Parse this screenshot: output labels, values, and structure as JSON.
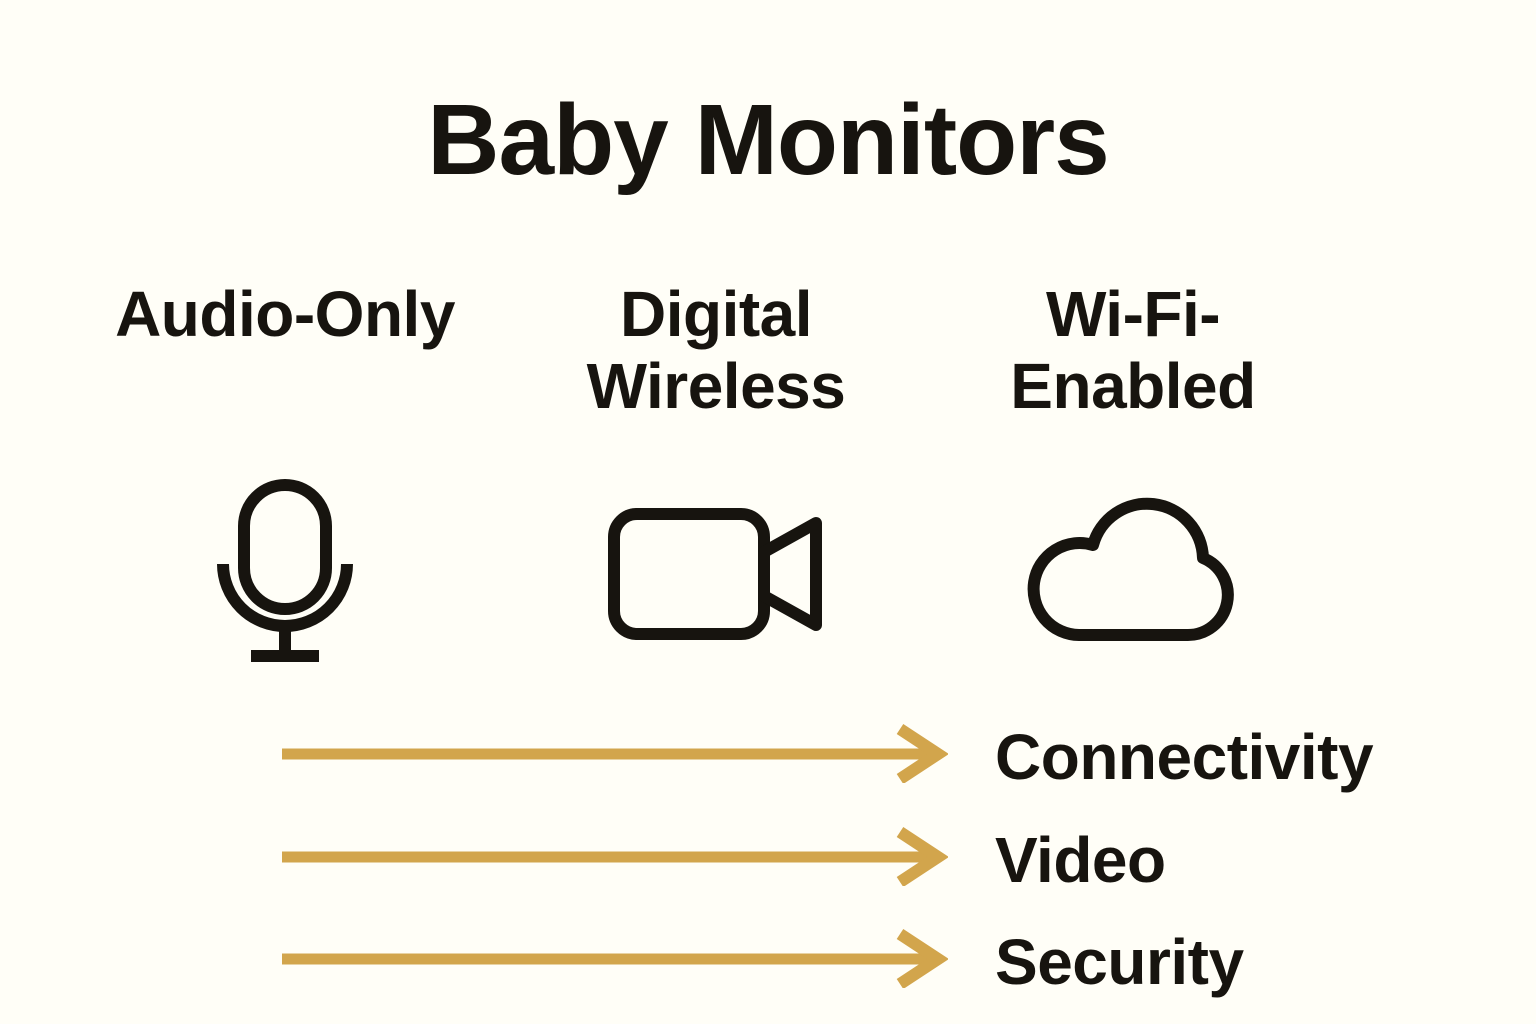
{
  "title": "Baby Monitors",
  "colors": {
    "background": "#FFFEF7",
    "text": "#17140F",
    "arrow_gold": "#D2A54C"
  },
  "columns": [
    {
      "icon": "microphone-icon",
      "lines": [
        "Audio-Only",
        ""
      ]
    },
    {
      "icon": "video-camera-icon",
      "lines": [
        "Digital",
        "Wireless"
      ]
    },
    {
      "icon": "cloud-icon",
      "lines": [
        "Wi-Fi-",
        "Enabled"
      ]
    }
  ],
  "arrows": [
    {
      "label": "Connectivity"
    },
    {
      "label": "Video"
    },
    {
      "label": "Security"
    }
  ]
}
